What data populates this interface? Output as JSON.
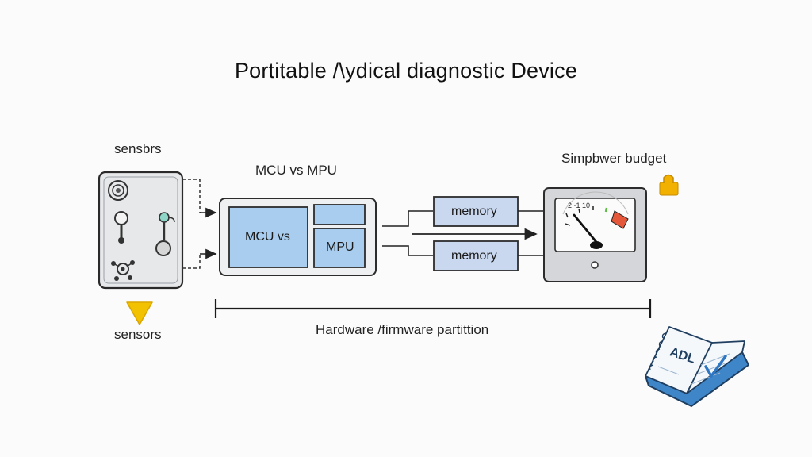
{
  "title": "Portitable /\\ydical diagnostic Device",
  "sensors": {
    "top_label": "sensbrs",
    "bottom_label": "sensors"
  },
  "processor": {
    "heading": "MCU vs MPU",
    "left_block": "MCU vs",
    "right_block": "MPU"
  },
  "memory": {
    "top": "memory",
    "bottom": "memory"
  },
  "power": {
    "label": "Simpbwer budget",
    "gauge_ticks": "2 ·1 10"
  },
  "partition": {
    "label": "Hardware /firmware partittion"
  },
  "notebook": {
    "cover_text": "ADL"
  },
  "colors": {
    "block_fill": "#a8cdee",
    "memory_fill": "#c9d8ee",
    "warning": "#f2c200",
    "gauge_green": "#5dbb46",
    "gauge_red": "#e4573a",
    "book_blue": "#3f86c8"
  }
}
